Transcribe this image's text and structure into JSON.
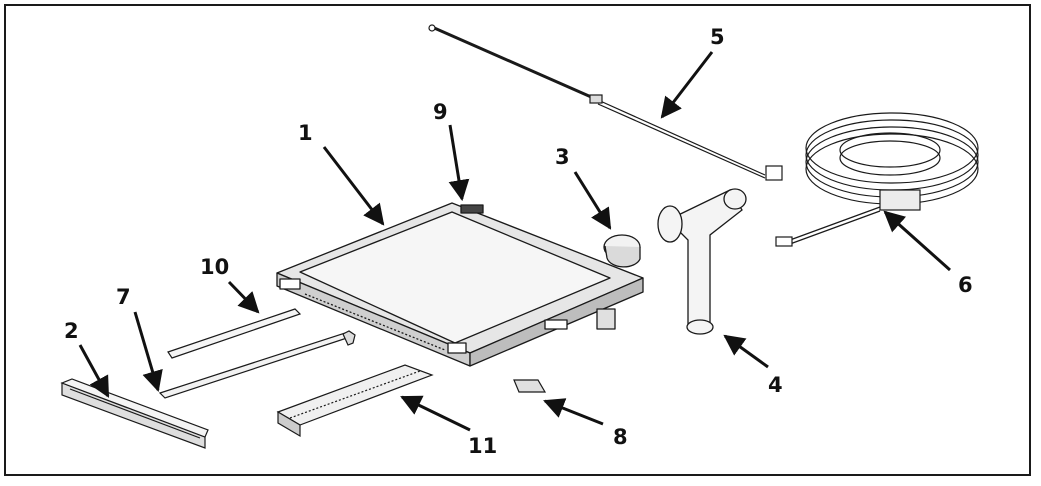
{
  "diagram": {
    "callouts": [
      "1",
      "2",
      "3",
      "4",
      "5",
      "6",
      "7",
      "8",
      "9",
      "10",
      "11"
    ],
    "colors": {
      "line": "#1a1a1a",
      "panel_light": "#f2f2f2",
      "panel_mid": "#d9d9d9",
      "panel_dark": "#bdbdbd"
    }
  }
}
